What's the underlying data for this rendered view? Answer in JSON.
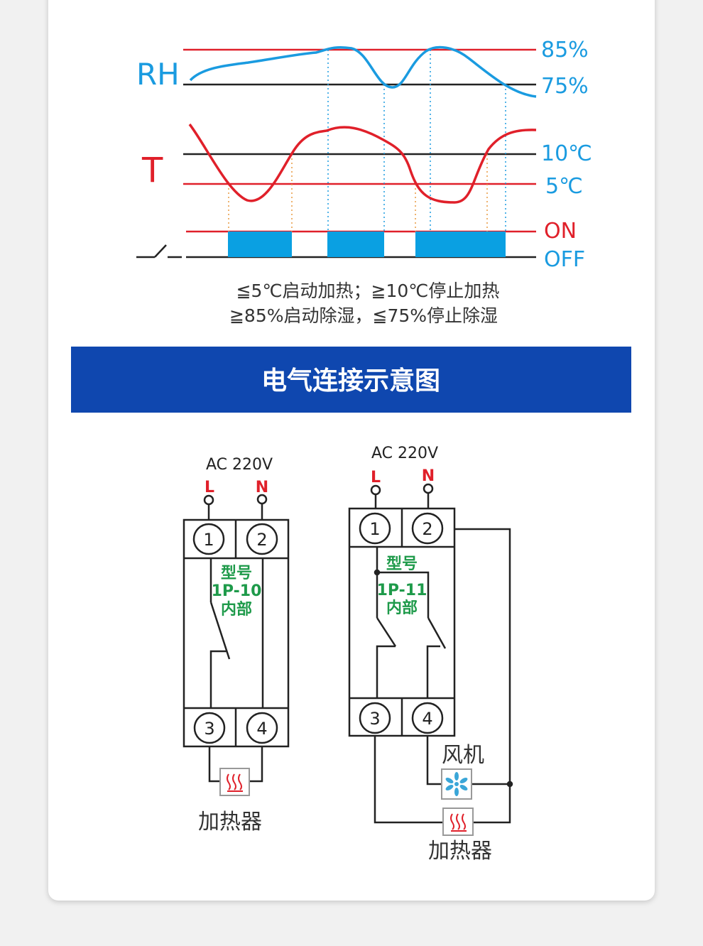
{
  "timing": {
    "rh_label": "RH",
    "t_label": "T",
    "rh_high": "85%",
    "rh_low": "75%",
    "t_high": "10℃",
    "t_low": "5℃",
    "on_label": "ON",
    "off_label": "OFF",
    "rule_line1": "≦5℃启动加热；≧10℃停止加热",
    "rule_line2": "≧85%启动除湿，≦75%停止除湿",
    "colors": {
      "blue": "#1a9be0",
      "red": "#e0202a",
      "black": "#222222"
    }
  },
  "banner": {
    "title": "电气连接示意图",
    "color": "#0f47af"
  },
  "wiring": {
    "left": {
      "supply": "AC 220V",
      "l": "L",
      "n": "N",
      "terminals": [
        "1",
        "2",
        "3",
        "4"
      ],
      "model_lines": [
        "型号",
        "1P-10",
        "内部"
      ],
      "load": "加热器"
    },
    "right": {
      "supply": "AC 220V",
      "l": "L",
      "n": "N",
      "terminals": [
        "1",
        "2",
        "3",
        "4"
      ],
      "model_lines": [
        "型号",
        "1P-11",
        "内部"
      ],
      "fan": "风机",
      "load": "加热器"
    }
  }
}
